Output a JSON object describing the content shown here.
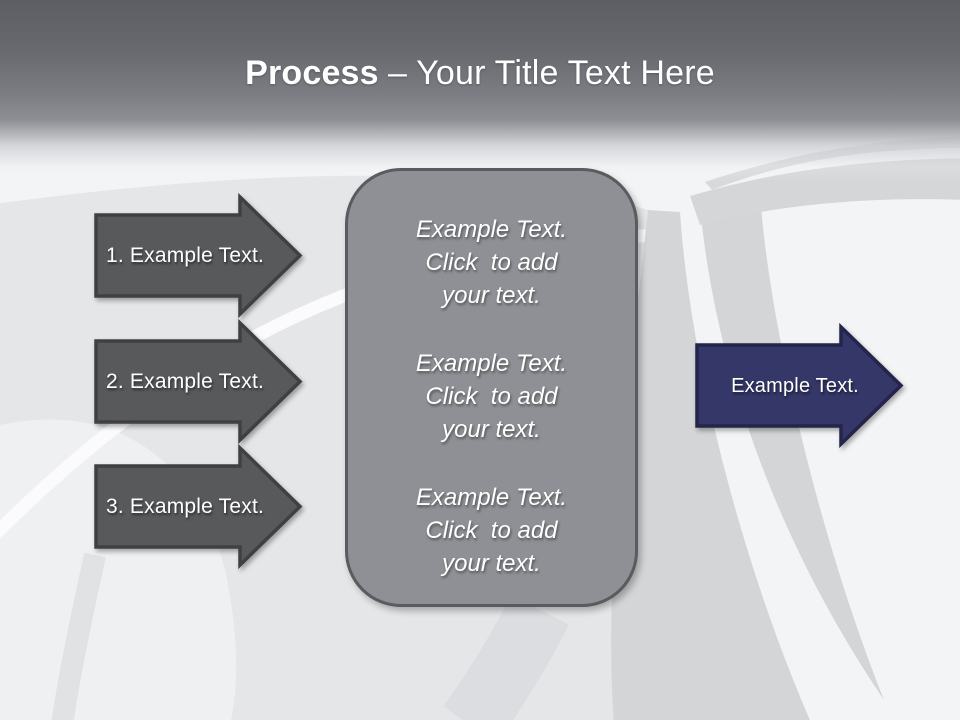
{
  "title": {
    "emphasis": "Process",
    "rest": "– Your Title Text Here"
  },
  "left_arrows": [
    {
      "label": "1. Example Text."
    },
    {
      "label": "2. Example Text."
    },
    {
      "label": "3. Example Text."
    }
  ],
  "center_box": {
    "blocks": [
      {
        "line1": "Example Text.",
        "line2": "Click  to add",
        "line3": "your text."
      },
      {
        "line1": "Example Text.",
        "line2": "Click  to add",
        "line3": "your text."
      },
      {
        "line1": "Example Text.",
        "line2": "Click  to add",
        "line3": "your text."
      }
    ]
  },
  "right_arrow": {
    "label": "Example Text."
  },
  "colors": {
    "step_arrow_fill": "#58595b",
    "step_arrow_border": "#3f4043",
    "result_arrow_fill": "#343767",
    "result_arrow_border": "#23254a",
    "box_fill": "#8e9095",
    "box_border": "#595b5f",
    "title_text": "#ffffff"
  }
}
